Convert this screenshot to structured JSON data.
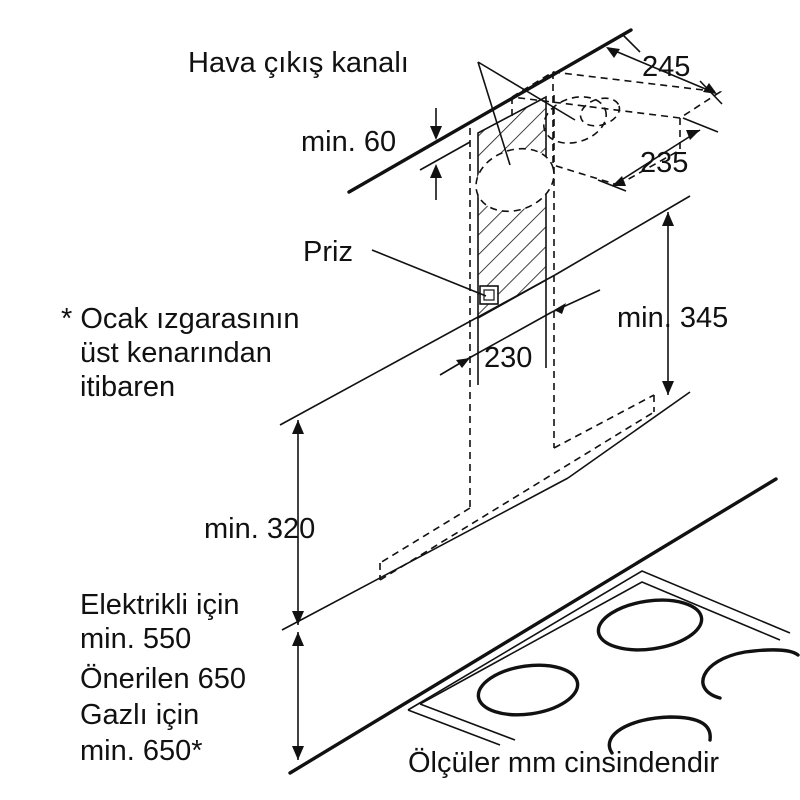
{
  "labels": {
    "air_outlet": "Hava çıkış kanalı",
    "dim_245": "245",
    "dim_235": "235",
    "min_60": "min. 60",
    "socket": "Priz",
    "dim_230": "230",
    "min_345": "min. 345",
    "footnote_line1": "* Ocak ızgarasının",
    "footnote_line2": "üst kenarından",
    "footnote_line3": "itibaren",
    "min_320": "min. 320",
    "electric_line1": "Elektrikli için",
    "electric_line2": "min. 550",
    "recommended": "Önerilen 650",
    "gas_line1": "Gazlı için",
    "gas_line2": "min. 650*",
    "units_note": "Ölçüler mm cinsindendir"
  }
}
